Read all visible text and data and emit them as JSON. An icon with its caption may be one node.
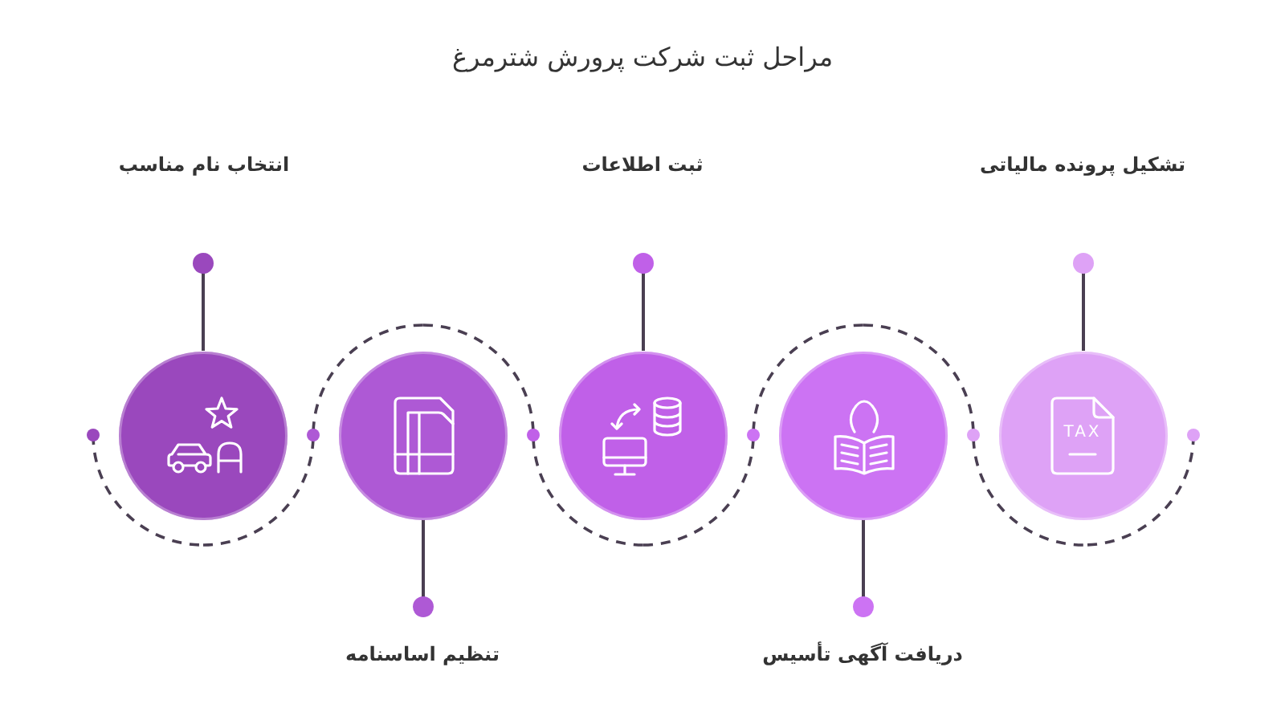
{
  "diagram": {
    "title": "مراحل ثبت شرکت پرورش شترمرغ",
    "nodes": [
      {
        "text": [
          "انتخاب نام مناسب"
        ]
      },
      {
        "text": [],
        "shape": "circle"
      },
      {
        "text": [
          "تنظیم اساسنامه"
        ]
      },
      {
        "text": [],
        "shape": "circle"
      },
      {
        "text": [
          "ثبت اطلاعات"
        ]
      },
      {
        "text": [],
        "shape": "circle"
      },
      {
        "text": [
          "دریافت آگهی تأسیس"
        ]
      },
      {
        "text": [],
        "shape": "circle"
      },
      {
        "text": [
          "تشکیل پرونده مالیاتی"
        ]
      },
      {
        "text": [],
        "shape": "circle"
      }
    ],
    "edges": [
      {
        "from": null,
        "to": 1,
        "arrow": "other",
        "style": "dashed"
      },
      {
        "from": 1,
        "to": 3,
        "arrow": "none",
        "style": "dashed"
      },
      {
        "from": 3,
        "to": 5,
        "arrow": "none",
        "style": "dashed"
      },
      {
        "from": 5,
        "to": 7,
        "arrow": "none",
        "style": "dashed"
      },
      {
        "from": 7,
        "to": 9,
        "arrow": "none",
        "style": "dashed"
      },
      {
        "from": null,
        "to": 9,
        "arrow": "other",
        "style": "dashed"
      },
      {
        "from": 0,
        "to": 1,
        "arrow": "other"
      },
      {
        "from": 2,
        "to": 3,
        "arrow": "other"
      },
      {
        "from": 4,
        "to": 5,
        "arrow": "other"
      },
      {
        "from": 6,
        "to": 7,
        "arrow": "other"
      },
      {
        "from": 8,
        "to": 9,
        "arrow": "other"
      }
    ],
    "labels": [
      "TAX"
    ]
  }
}
